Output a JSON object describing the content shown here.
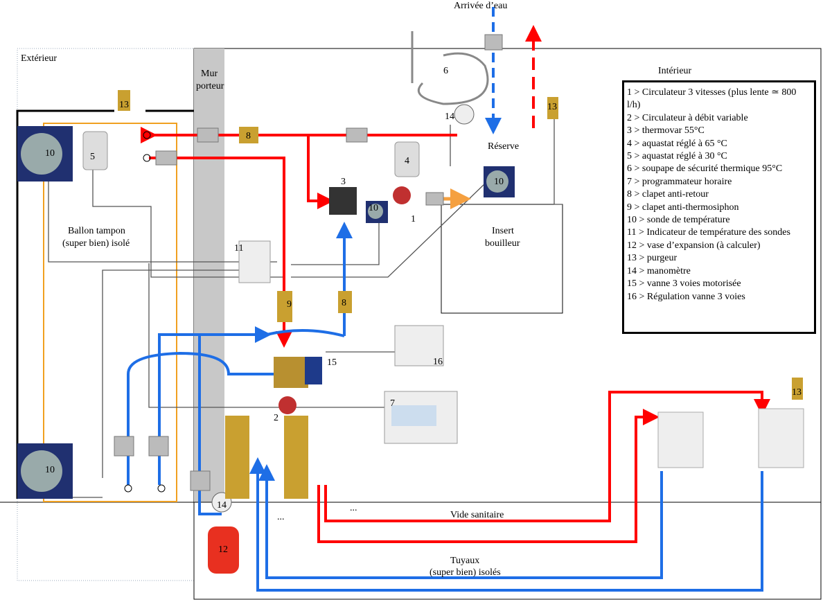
{
  "zones": {
    "exterior": "Extérieur",
    "wall_line1": "Mur",
    "wall_line2": "porteur",
    "interior": "Intérieur",
    "crawlspace": "Vide sanitaire",
    "water_inlet": "Arrivée d’eau",
    "reserve": "Réserve",
    "insert_line1": "Insert",
    "insert_line2": "bouilleur",
    "tank_line1": "Ballon tampon",
    "tank_line2": "(super bien) isolé",
    "pipes_line1": "Tuyaux",
    "pipes_line2": "(super bien) isolés",
    "ellipsis": "..."
  },
  "component_numbers": [
    "1",
    "2",
    "3",
    "4",
    "5",
    "6",
    "7",
    "8",
    "9",
    "10",
    "11",
    "12",
    "13",
    "14",
    "15",
    "16"
  ],
  "legend": [
    "1 > Circulateur 3 vitesses (plus lente ≃ 800 l/h)",
    "2 > Circulateur à débit variable",
    "3 > thermovar 55°C",
    "4 > aquastat réglé à 65 °C",
    "5 > aquastat réglé à 30 °C",
    "6 > soupape de sécurité thermique 95°C",
    "7 > programmateur horaire",
    "8 > clapet anti-retour",
    "9 > clapet anti-thermosiphon",
    "10 > sonde de température",
    "11 > Indicateur de température des sondes",
    "12 > vase d’expansion (à calculer)",
    "13 > purgeur",
    "14 > manomètre",
    "15 > vanne 3 voies motorisée",
    "16 > Régulation vanne 3 voies"
  ],
  "colors": {
    "hot": "#ff0000",
    "cold": "#1e6ee6",
    "tank": "#f0a020",
    "wall": "#c8c8c8",
    "mixed": "#f5a040"
  }
}
